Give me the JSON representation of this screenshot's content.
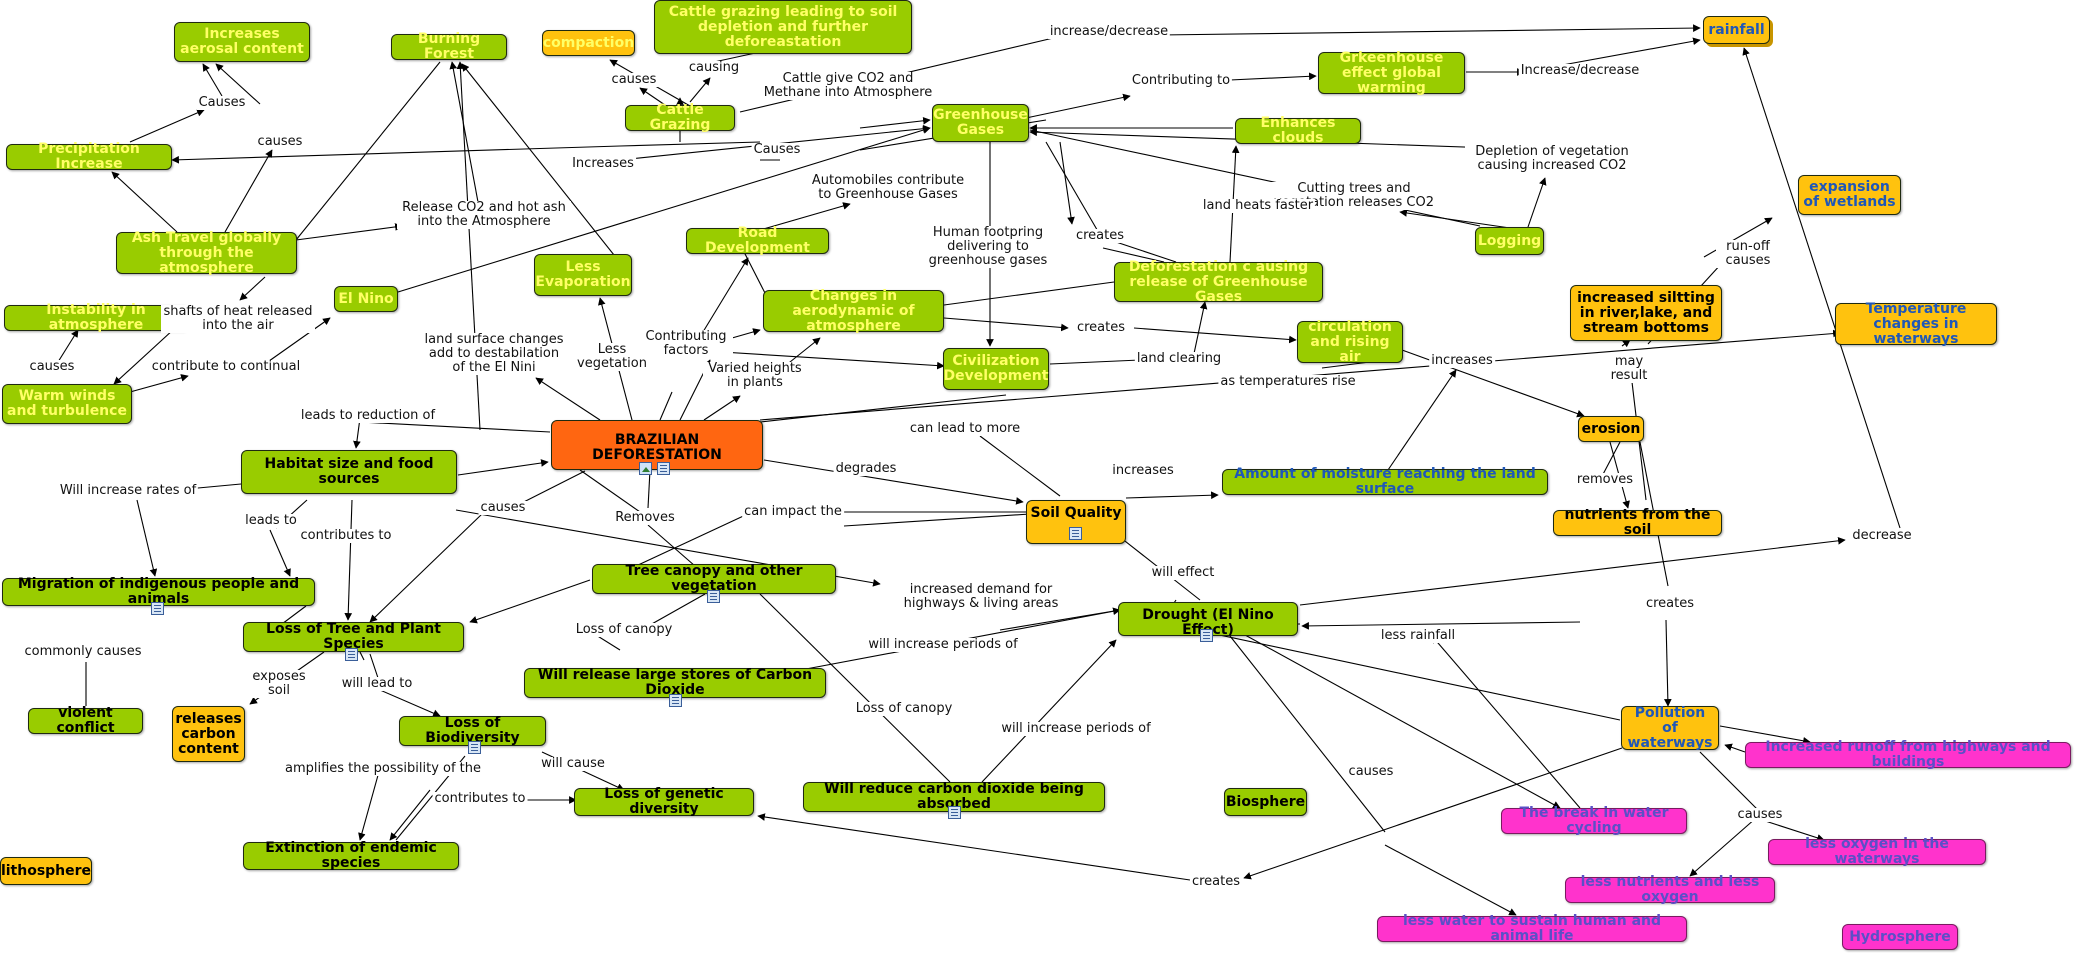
{
  "nodes": {
    "main": "BRAZILIAN DEFORESTATION",
    "increases_aerosal": "Increases aerosal content",
    "burning_forest": "Burning Forest",
    "compaction": "compaction",
    "cattle_grazing_big": "Cattle grazing leading to soil depletion and further deforeastation",
    "rainfall": "rainfall",
    "precip_increase": "Precipitation Increase",
    "cattle_grazing": "Cattle Grazing",
    "greenhouse_gases": "Greenhouse Gases",
    "greenhouse_effect": "Grkeenhouse effect global warming",
    "enhances_clouds": "Enhances clouds",
    "ash_travel": "Ash Travel globally through the atmosphere",
    "road_dev": "Road Development",
    "logging": "Logging",
    "expansion_wetlands": "expansion of wetlands",
    "less_evaporation": "Less Evaporation",
    "deforestation_causing": "Deforestation c ausing release of Greenhouse Gases",
    "el_nino": "El Nino",
    "instability": "Instability in atmosphere",
    "changes_aero": "Changes in aerodynamic of atmosphere",
    "increased_silting": "increased siltting in river,lake, and stream bottoms",
    "temp_changes": "Temperature changes in waterways",
    "circulation": "circulation and rising air",
    "civilization": "Civilization Development",
    "warm_winds": "Warm winds and turbulence",
    "erosion": "erosion",
    "habitat": "Habitat size and food sources",
    "amount_moisture": "Amount of moisture reaching the land surface",
    "soil_quality": "Soil Quality",
    "nutrients": "nutrients from the soil",
    "migration": "Migration of indigenous people and animals",
    "tree_canopy": "Tree canopy and other vegetation",
    "drought": "Drought (El Nino Effect)",
    "loss_tree": "Loss of Tree and Plant Species",
    "release_carbon": "Will release large stores of Carbon Dioxide",
    "violent_conflict": "violent conflict",
    "releases_carbon": "releases carbon content",
    "loss_biodiversity": "Loss of Biodiversity",
    "pollution": "Pollution of waterways",
    "increased_runoff": "Increased runoff from highways and buildings",
    "loss_genetic": "Loss of genetic diversity",
    "reduce_co2": "Will reduce carbon dioxide being absorbed",
    "biosphere": "Biosphere",
    "m_changes_water": "The break in water cycling",
    "m_less_oxygen": "less oxygen in the waterways",
    "m_less_nutrient": "less nutrients and less oxygen",
    "lithosphere": "lithosphere",
    "extinction": "Extinction of endemic species",
    "m_less_water": "less water to sustain human and animal life",
    "m_hydrosphere": "Hydrosphere"
  },
  "labels": {
    "causes_top": "Causes",
    "causes_small": "causes",
    "causes_cg": "causes",
    "causing": "causing",
    "cattle_co2": "Cattle give CO2 and Methane into Atmosphere",
    "increase_decrease_top": "increase/decrease",
    "contributing_to": "Contributing to",
    "increase_decrease": "Increase/decrease",
    "increases_mid": "Increases",
    "causes_mid": "Causes",
    "depletion": "Depletion of vegetation causing increased CO2",
    "automobiles": "Automobiles contribute to Greenhouse Gases",
    "release_co2_ash": "Release CO2 and hot ash into the Atmosphere",
    "cutting_trees": "Cutting trees and vegetation releases CO2",
    "land_heats": "land heats faster",
    "human_footprint": "Human footpring delivering to greenhouse gases",
    "creates_1": "creates",
    "run_off": "run-off causes",
    "shafts": "shafts of heat released into the air",
    "causes_warm": "causes",
    "contribute_continual": "contribute to continual",
    "land_surface": "land surface changes add to destabilation of the El Nini",
    "less_veg": "Less vegetation",
    "contrib_factors": "Contributing factors",
    "varied_heights": "Varied heights in plants",
    "creates_2": "creates",
    "land_clearing": "land clearing",
    "increases_2": "increases",
    "may_result": "may result",
    "as_temps": "as temperatures rise",
    "leads_reduction": "leads to reduction of",
    "can_lead": "can lead to more",
    "degrades": "degrades",
    "increases_3": "increases",
    "will_increase_rates": "Will increase rates of",
    "causes_3": "causes",
    "removes": "Removes",
    "can_impact": "can impact the",
    "removes_2": "removes",
    "leads_to": "leads to",
    "contributes_to": "contributes to",
    "increased_demand": "increased demand for highways & living areas",
    "will_effect": "will effect",
    "decrease": "decrease",
    "creates_3": "creates",
    "commonly_causes": "commonly causes",
    "loss_canopy_1": "Loss of canopy",
    "will_increase_periods_1": "will increase periods of",
    "less_rainfall": "less rainfall",
    "exposes_soil": "exposes soil",
    "will_lead_to": "will lead to",
    "loss_canopy_2": "Loss of canopy",
    "will_increase_periods_2": "will increase periods of",
    "causes_4": "causes",
    "amplifies": "amplifies the possibility of the",
    "will_cause": "will cause",
    "contributes_to_2": "contributes to",
    "causes_5": "causes",
    "creates_4": "creates"
  }
}
